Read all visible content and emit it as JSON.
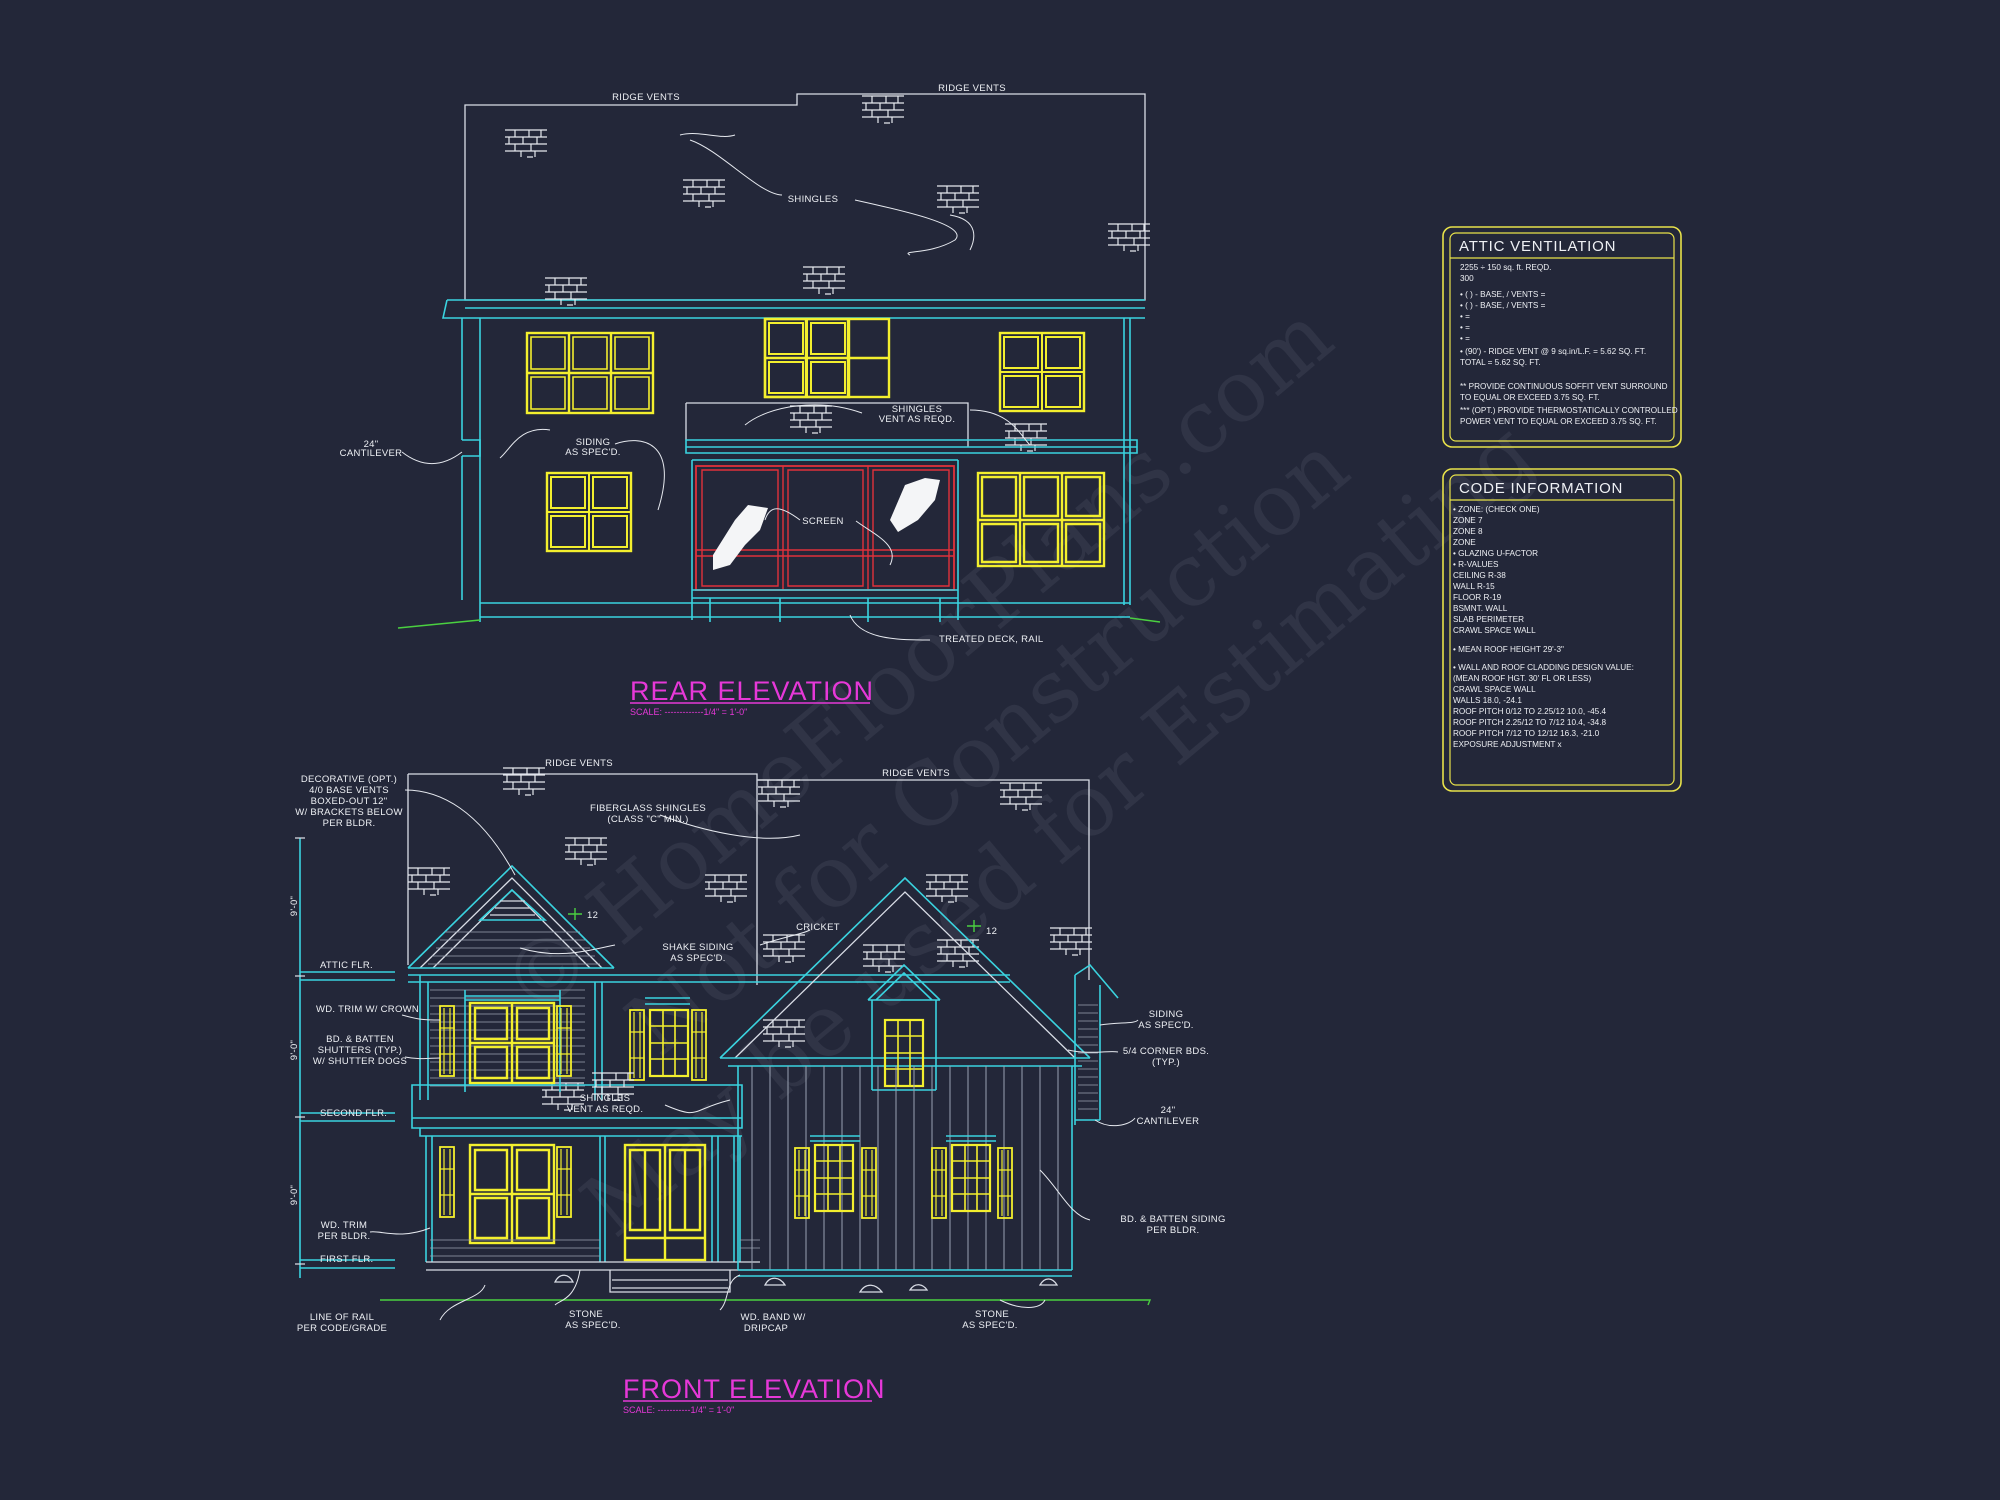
{
  "rear": {
    "title": "REAR ELEVATION",
    "scale": "SCALE: -------------1/4\" = 1'-0\"",
    "labels": {
      "ridge_vents_1": "RIDGE VENTS",
      "ridge_vents_2": "RIDGE VENTS",
      "shingles": "SHINGLES",
      "cantilever_1": "24\"",
      "cantilever_2": "CANTILEVER",
      "siding_1": "SIDING",
      "siding_2": "AS SPEC'D.",
      "shingles_vent_1": "SHINGLES",
      "shingles_vent_2": "VENT AS REQD.",
      "screen": "SCREEN",
      "deck": "TREATED DECK, RAIL"
    }
  },
  "front": {
    "title": "FRONT ELEVATION",
    "scale": "SCALE: -----------1/4\" = 1'-0\"",
    "labels": {
      "ridge_vents_1": "RIDGE VENTS",
      "ridge_vents_2": "RIDGE VENTS",
      "decorative_1": "DECORATIVE (OPT.)",
      "decorative_2": "4/0 BASE VENTS",
      "decorative_3": "BOXED-OUT 12\"",
      "decorative_4": "W/ BRACKETS BELOW",
      "decorative_5": "PER BLDR.",
      "fiberglass_1": "FIBERGLASS SHINGLES",
      "fiberglass_2": "(CLASS \"C\" MIN.)",
      "pitch_1": "12",
      "pitch_2": "12",
      "cricket": "CRICKET",
      "shake_1": "SHAKE SIDING",
      "shake_2": "AS SPEC'D.",
      "attic_flr": "ATTIC FLR.",
      "wd_trim_crown": "WD. TRIM W/ CROWN",
      "batten_1": "BD. & BATTEN",
      "batten_2": "SHUTTERS (TYP.)",
      "batten_3": "W/ SHUTTER DOGS",
      "shingles_vent_1": "SHINGLES",
      "shingles_vent_2": "VENT AS REQD.",
      "second_flr": "SECOND FLR.",
      "wd_trim_1": "WD. TRIM",
      "wd_trim_2": "PER BLDR.",
      "first_flr": "FIRST FLR.",
      "rail_1": "LINE OF RAIL",
      "rail_2": "PER CODE/GRADE",
      "stone_1a": "STONE",
      "stone_1b": "AS SPEC'D.",
      "band_1": "WD. BAND W/",
      "band_2": "DRIPCAP",
      "stone_2a": "STONE",
      "stone_2b": "AS SPEC'D.",
      "siding_1": "SIDING",
      "siding_2": "AS SPEC'D.",
      "corner_1": "5/4 CORNER BDS.",
      "corner_2": "(TYP.)",
      "cantilever_1": "24\"",
      "cantilever_2": "CANTILEVER",
      "batten_siding_1": "BD. & BATTEN SIDING",
      "batten_siding_2": "PER BLDR.",
      "dim_1": "9'-0\"",
      "dim_2": "9'-0\"",
      "dim_3": "9'-0\""
    }
  },
  "attic": {
    "heading": "ATTIC VENTILATION",
    "lines": [
      "2255 ÷ 150 sq. ft. REQD.",
      "300",
      "• (    ) -          BASE,    /    VENTS   =",
      "• (    ) -          BASE,    /    VENTS   =",
      "•                                                      =",
      "•                                                      =",
      "•                                                      =",
      "• (90') - RIDGE VENT @ 9 sq.in/L.F. = 5.62 SQ. FT.",
      "                                       TOTAL         = 5.62 SQ. FT.",
      "** PROVIDE CONTINUOUS SOFFIT VENT SURROUND",
      "    TO EQUAL OR EXCEED  3.75 SQ. FT.",
      "*** (OPT.) PROVIDE THERMOSTATICALLY CONTROLLED",
      "    POWER VENT TO EQUAL OR EXCEED  3.75 SQ. FT."
    ]
  },
  "code": {
    "heading": "CODE INFORMATION",
    "lines": [
      "• ZONE: (CHECK ONE)",
      "       ZONE 7",
      "       ZONE 8",
      "       ZONE",
      "• GLAZING U-FACTOR",
      "• R-VALUES",
      "       CEILING                    R-38",
      "       WALL                         R-15",
      "       FLOOR                      R-19",
      "       BSMNT. WALL",
      "       SLAB PERIMETER",
      "       CRAWL SPACE WALL",
      "• MEAN ROOF HEIGHT  29'-3\"",
      "• WALL AND ROOF CLADDING DESIGN VALUE:",
      "   (MEAN ROOF HGT. 30' FL OR LESS)",
      "       CRAWL SPACE WALL",
      "       WALLS                                  18.0, -24.1",
      "       ROOF PITCH 0/12 TO 2.25/12    10.0, -45.4",
      "       ROOF PITCH 2.25/12 TO 7/12    10.4, -34.8",
      "       ROOF PITCH 7/12 TO 12/12      16.3, -21.0",
      "       EXPOSURE ADJUSTMENT          x"
    ]
  },
  "watermark": {
    "line1": "© HomeFloorPlans.com",
    "line2": "Not for Construction",
    "line3": "May be used for Estimating"
  },
  "colors": {
    "background": "#232739",
    "outline": "#d9dde6",
    "cyan": "#3ad3df",
    "window": "#f3ef2e",
    "title": "#e638d8",
    "panel_border": "#e8e24a",
    "grade": "#4ad040",
    "screen_red": "#e0313a"
  }
}
